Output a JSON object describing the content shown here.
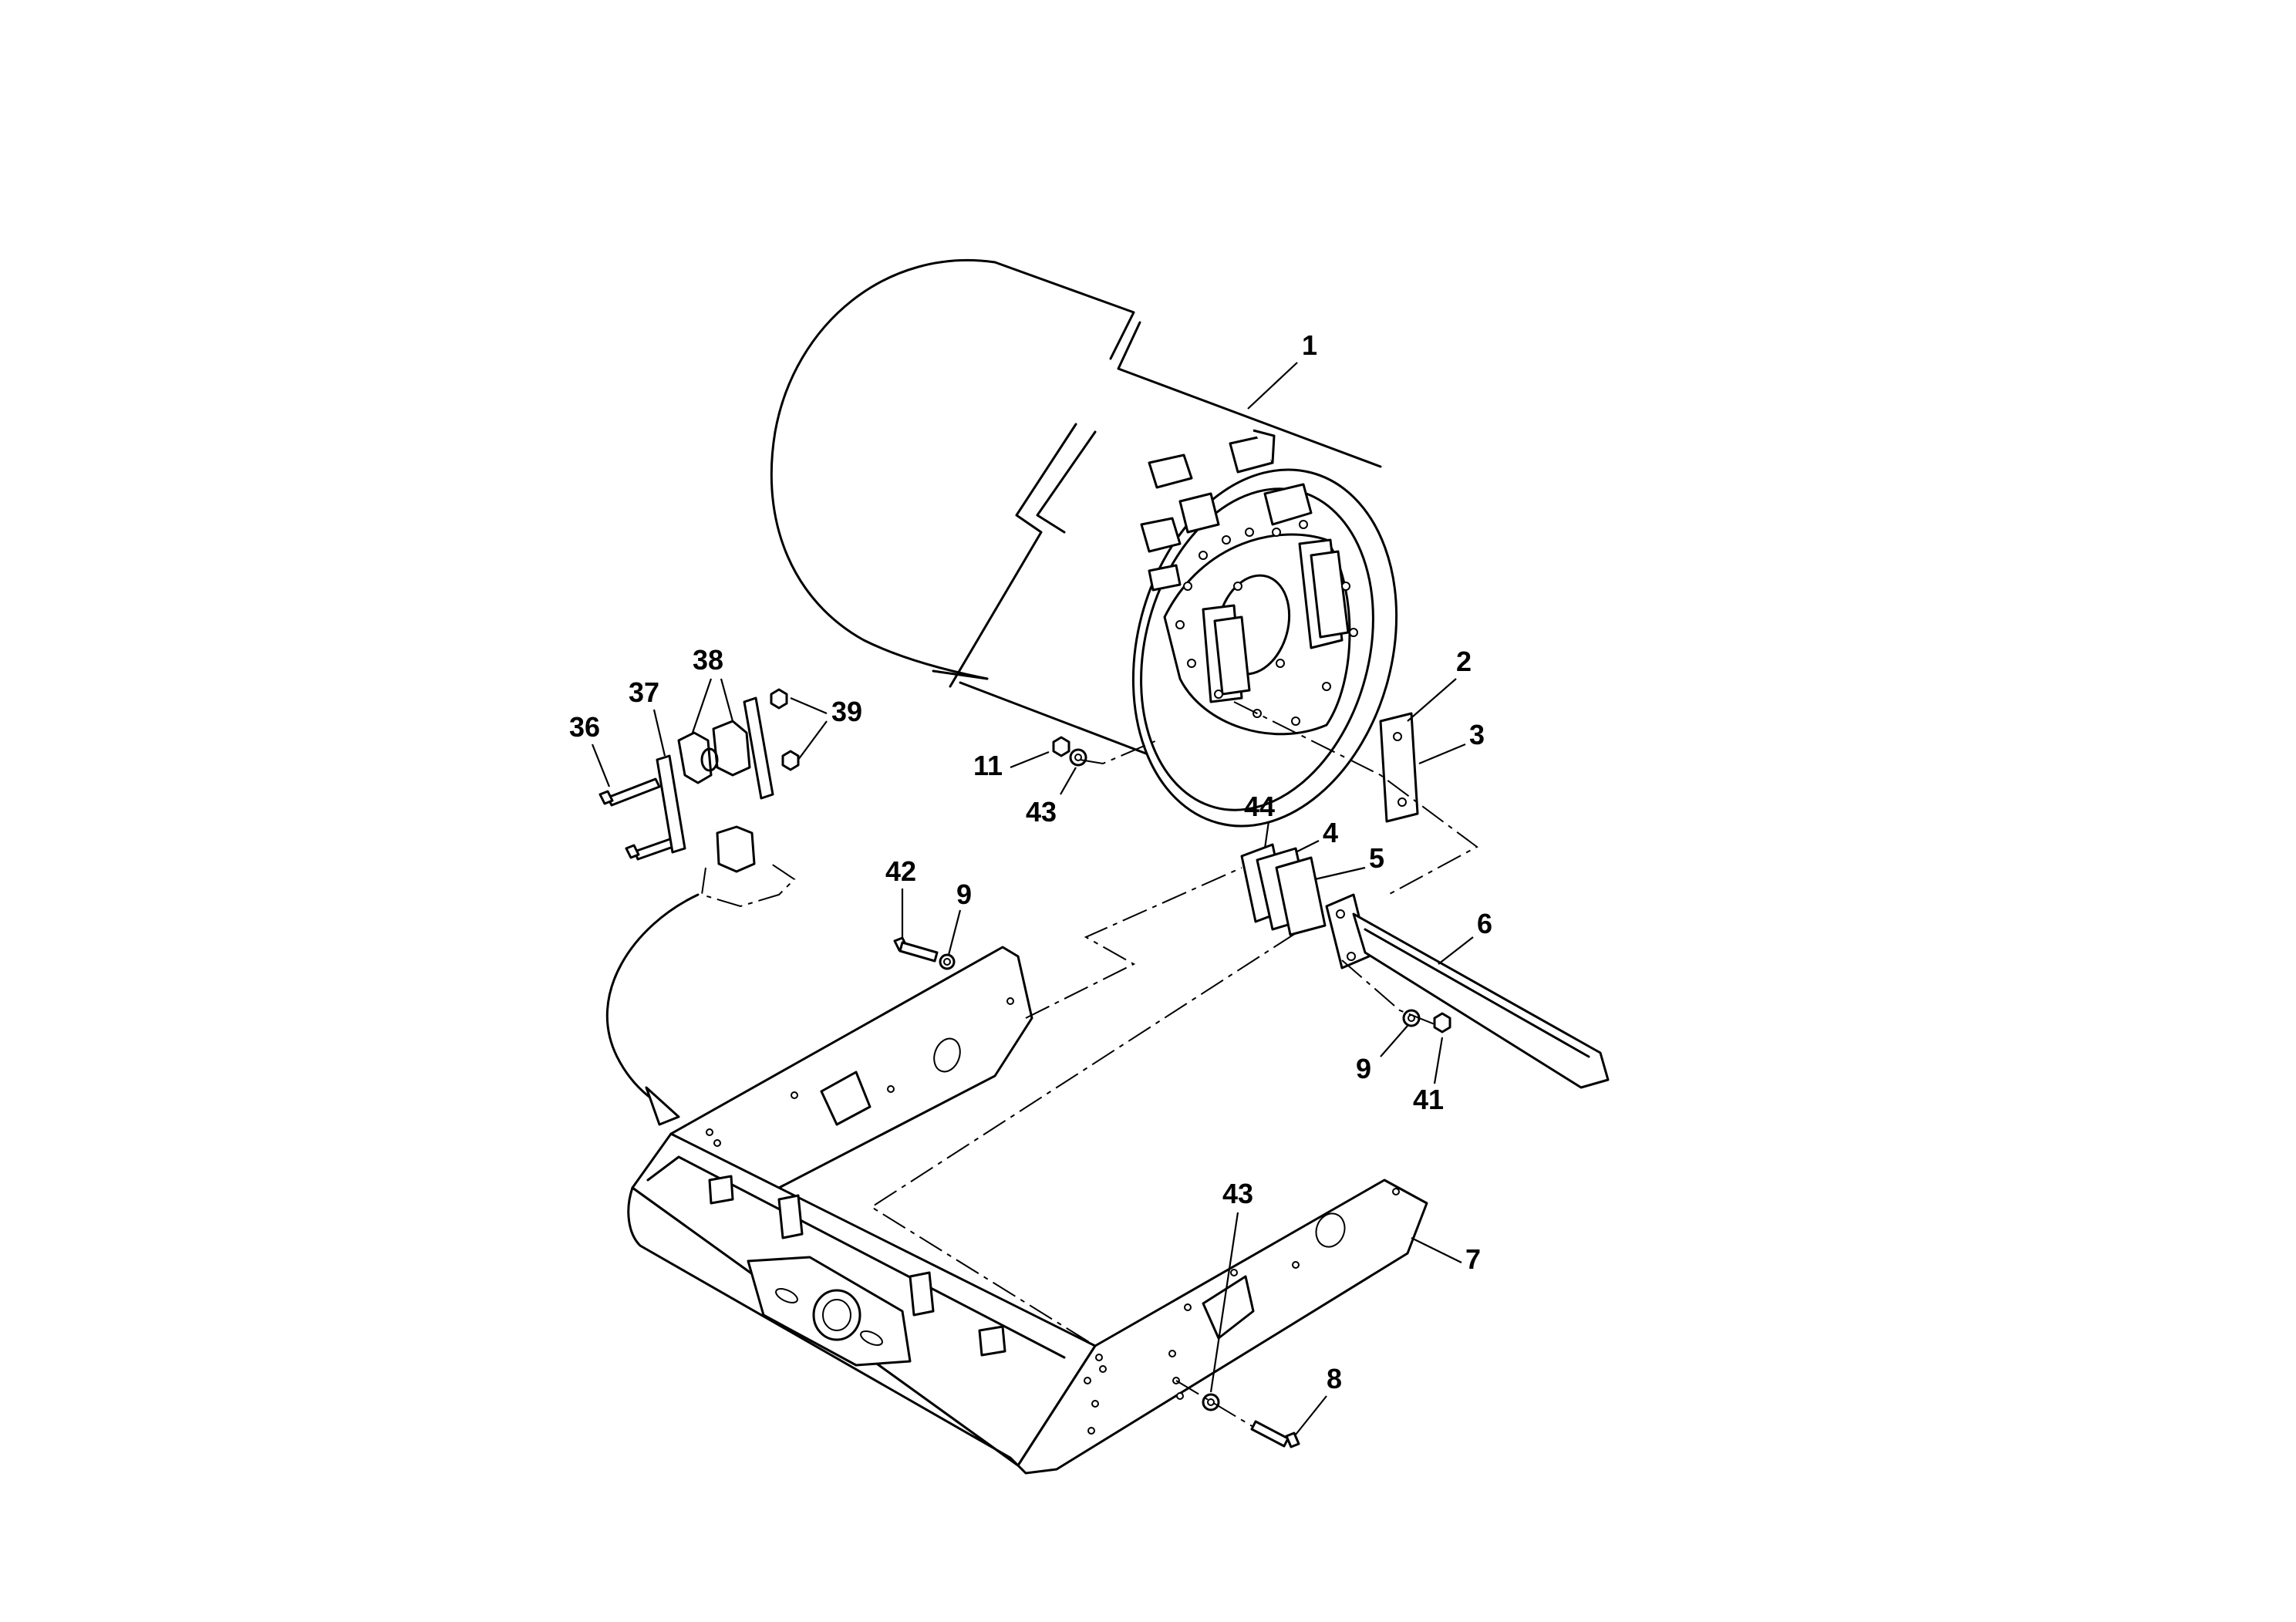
{
  "callouts": [
    {
      "id": "1",
      "label": "1"
    },
    {
      "id": "2",
      "label": "2"
    },
    {
      "id": "3",
      "label": "3"
    },
    {
      "id": "4",
      "label": "4"
    },
    {
      "id": "5",
      "label": "5"
    },
    {
      "id": "6",
      "label": "6"
    },
    {
      "id": "7",
      "label": "7"
    },
    {
      "id": "8",
      "label": "8"
    },
    {
      "id": "9a",
      "label": "9"
    },
    {
      "id": "9b",
      "label": "9"
    },
    {
      "id": "11",
      "label": "11"
    },
    {
      "id": "36",
      "label": "36"
    },
    {
      "id": "37",
      "label": "37"
    },
    {
      "id": "38",
      "label": "38"
    },
    {
      "id": "39",
      "label": "39"
    },
    {
      "id": "41",
      "label": "41"
    },
    {
      "id": "42",
      "label": "42"
    },
    {
      "id": "43a",
      "label": "43"
    },
    {
      "id": "43b",
      "label": "43"
    },
    {
      "id": "44",
      "label": "44"
    }
  ]
}
